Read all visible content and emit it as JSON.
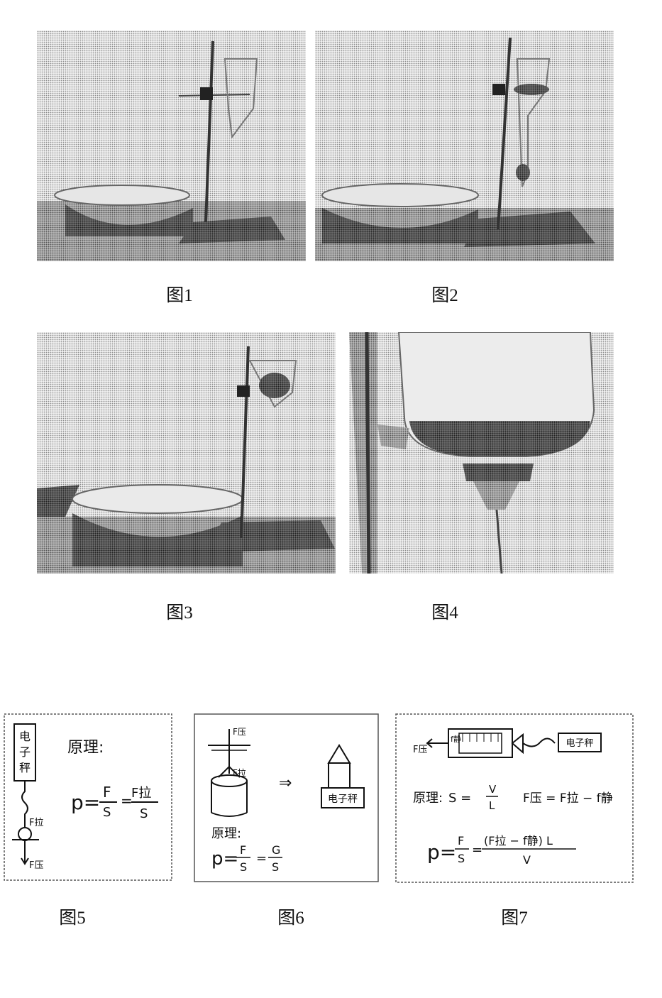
{
  "figures": {
    "fig1": {
      "caption": "图1"
    },
    "fig2": {
      "caption": "图2"
    },
    "fig3": {
      "caption": "图3"
    },
    "fig4": {
      "caption": "图4"
    },
    "fig5": {
      "caption": "图5",
      "scale": "电子秤",
      "principle": "原理:",
      "f_pull": "F拉",
      "f_press": "F压",
      "formula_p": "p=",
      "formula_f": "F",
      "formula_s": "S",
      "formula_fpull": "F拉"
    },
    "fig6": {
      "caption": "图6",
      "f_press": "F压",
      "f_pull": "F拉",
      "arrow": "⇒",
      "scale": "电子秤",
      "principle": "原理:",
      "formula_p": "p=",
      "formula_f": "F",
      "formula_s": "S",
      "formula_g": "G"
    },
    "fig7": {
      "caption": "图7",
      "f_press": "F压",
      "f_static": "f静",
      "scale": "电子秤",
      "principle": "原理:",
      "s_eq": "S =",
      "v": "V",
      "l": "L",
      "press_eq": "F压 = F拉 − f静",
      "formula_p": "p=",
      "formula_f": "F",
      "formula_s": "S",
      "formula_num": "(F拉 − f静) L",
      "formula_den": "V"
    }
  }
}
